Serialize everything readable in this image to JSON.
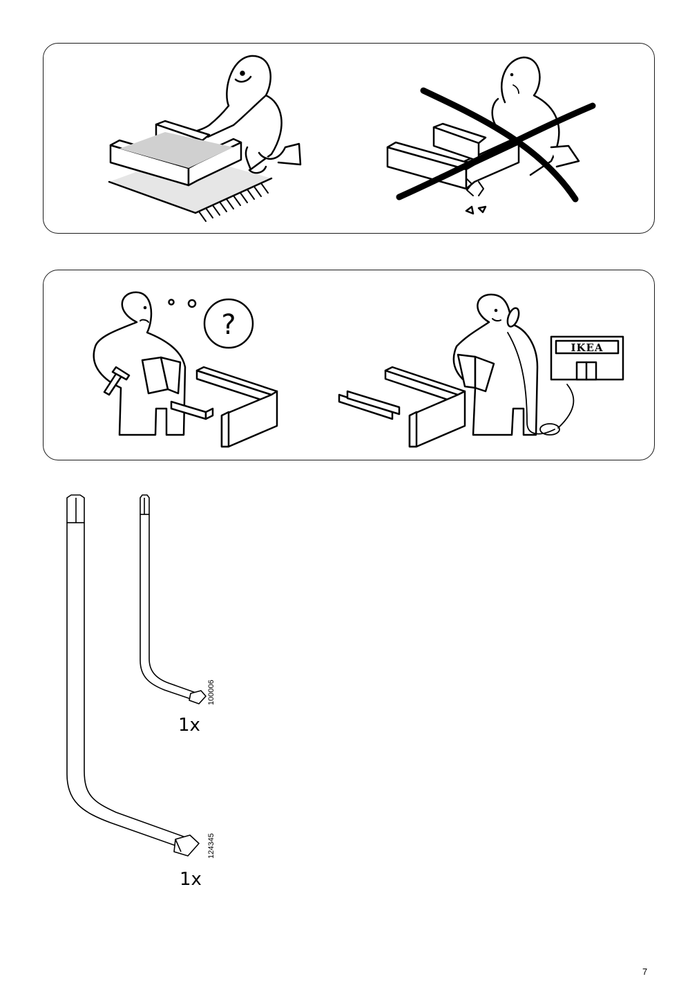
{
  "panel_top": {
    "scenes": [
      {
        "name": "assemble-on-rug",
        "status": "correct"
      },
      {
        "name": "assemble-on-hard-floor",
        "status": "incorrect"
      }
    ]
  },
  "panel_bottom": {
    "thought_symbol": "?",
    "store_sign": "IKEA"
  },
  "parts": [
    {
      "name": "small-allen-key",
      "part_number": "100006",
      "quantity": "1x"
    },
    {
      "name": "large-allen-key",
      "part_number": "124345",
      "quantity": "1x"
    }
  ],
  "page_number": "7"
}
